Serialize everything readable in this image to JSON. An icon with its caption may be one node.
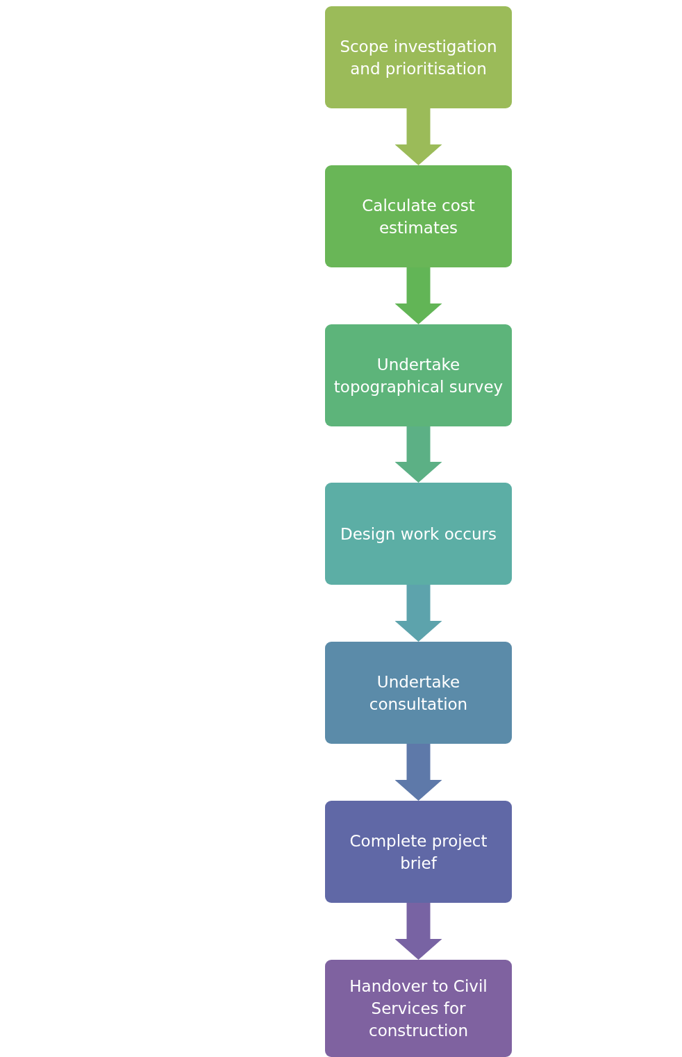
{
  "diagram": {
    "nodes": [
      {
        "text": [
          "Scope investigation and prioritisation"
        ]
      },
      {
        "text": [
          "Calculate cost estimates"
        ]
      },
      {
        "text": [
          "Undertake topographical survey"
        ]
      },
      {
        "text": [
          "Design work occurs"
        ]
      },
      {
        "text": [
          "Undertake consultation"
        ]
      },
      {
        "text": [
          "Complete project brief"
        ]
      },
      {
        "text": [
          "Handover to Civil Services  for construction"
        ]
      }
    ],
    "edges": [
      {
        "from": 0,
        "to": 1,
        "arrow": "to",
        "color": "#9bbb59"
      },
      {
        "from": 1,
        "to": 2,
        "arrow": "to",
        "color": "#62b556"
      },
      {
        "from": 2,
        "to": 3,
        "arrow": "to",
        "color": "#5cb085"
      },
      {
        "from": 3,
        "to": 4,
        "arrow": "to",
        "color": "#5da3ac"
      },
      {
        "from": 4,
        "to": 5,
        "arrow": "to",
        "color": "#5e79a9"
      },
      {
        "from": 5,
        "to": 6,
        "arrow": "to",
        "color": "#7863a3"
      }
    ]
  }
}
